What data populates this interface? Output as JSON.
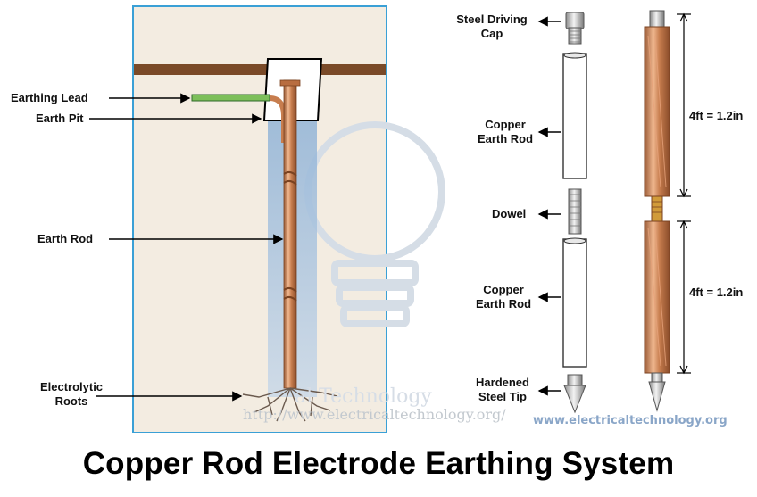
{
  "title": "Copper Rod Electrode Earthing System",
  "left_labels": {
    "earthing_lead": "Earthing Lead",
    "earth_pit": "Earth Pit",
    "earth_rod": "Earth Rod",
    "electrolytic_roots_1": "Electrolytic",
    "electrolytic_roots_2": "Roots"
  },
  "right_labels": {
    "steel_cap_1": "Steel Driving",
    "steel_cap_2": "Cap",
    "copper_rod_a_1": "Copper",
    "copper_rod_a_2": "Earth Rod",
    "dowel": "Dowel",
    "copper_rod_b_1": "Copper",
    "copper_rod_b_2": "Earth Rod",
    "tip_1": "Hardened",
    "tip_2": "Steel Tip"
  },
  "dimensions": {
    "upper": "4ft = 1.2in",
    "lower": "4ft = 1.2in"
  },
  "watermark": {
    "brand": "al Technology",
    "url": "http://www.electricaltechnology.org/"
  },
  "website": "www.electricaltechnology.org",
  "colors": {
    "frame": "#3aa0d6",
    "soil": "#7a4a28",
    "ground": "#f2ebe0",
    "copper": "#c77d4e",
    "pit_fill": "#a9c5de",
    "lead": "#7cbf5a"
  }
}
